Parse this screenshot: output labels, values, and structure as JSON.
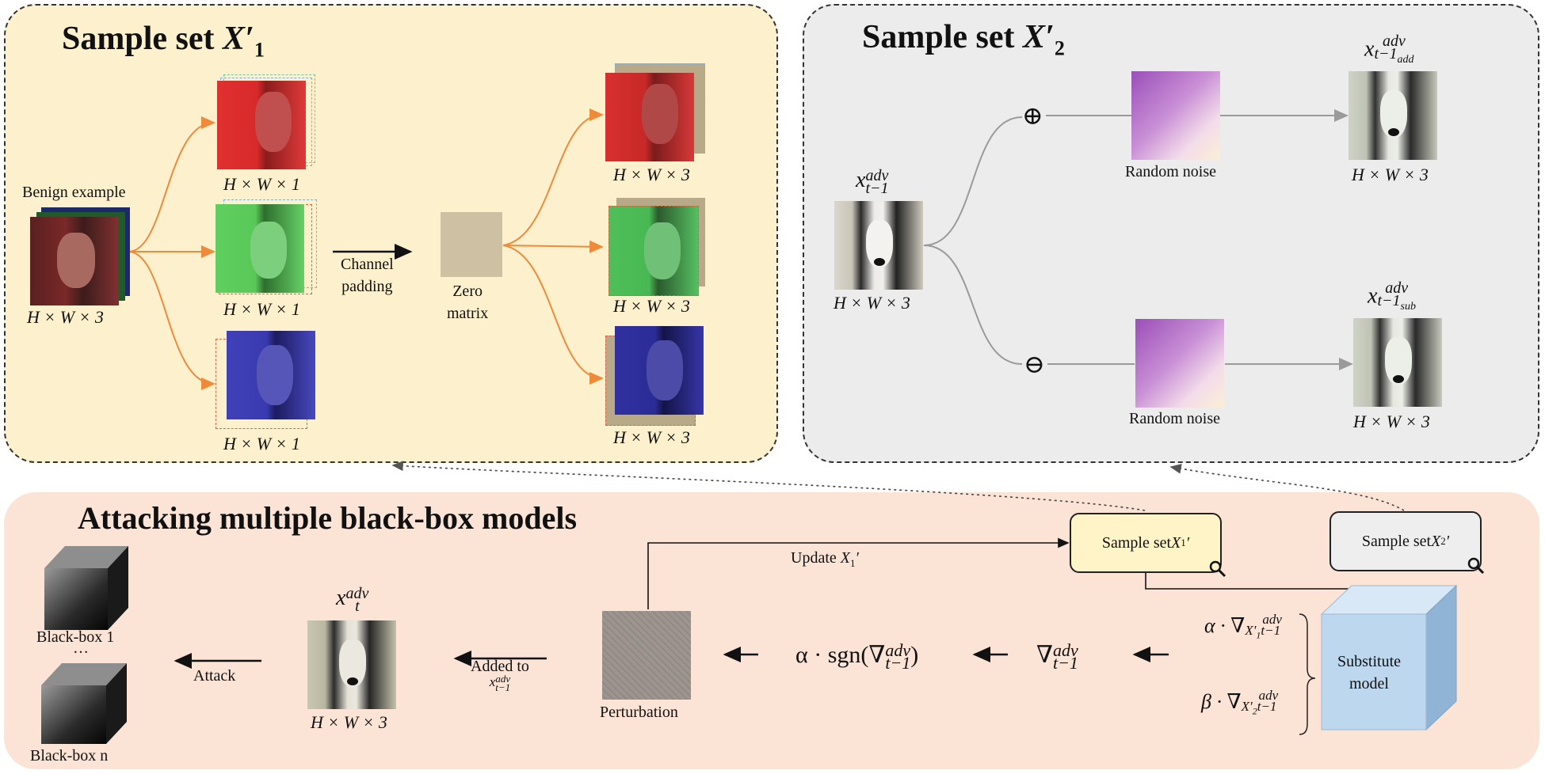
{
  "panels": {
    "set1": {
      "title": "Sample set ",
      "symbol": "X",
      "prime": "′",
      "subscript": "1"
    },
    "set2": {
      "title": "Sample set ",
      "symbol": "X",
      "prime": "′",
      "subscript": "2"
    },
    "attack": {
      "title": "Attacking multiple black-box models"
    }
  },
  "set1": {
    "benign_label": "Benign example",
    "dims_3": "H × W × 3",
    "dims_1": "H × W × 1",
    "padding_label_1": "Channel",
    "padding_label_2": "padding",
    "zero_label_1": "Zero",
    "zero_label_2": "matrix"
  },
  "set2": {
    "x_prev_main": "x",
    "x_prev_sup": "adv",
    "x_prev_sub": "t−1",
    "dims_3": "H × W × 3",
    "add_symbol": "⊕",
    "sub_symbol": "⊖",
    "noise_label": "Random noise",
    "x_add_sub": "t−1",
    "x_add_subsub": "add",
    "x_sub_subsub": "sub"
  },
  "attack": {
    "blackbox_1": "Black-box 1",
    "ellipsis": "…",
    "blackbox_n": "Black-box n",
    "attack_label": "Attack",
    "xt_main": "x",
    "xt_sup": "adv",
    "xt_sub": "t",
    "dims_3": "H × W × 3",
    "added_to": "Added to",
    "added_x": "x",
    "added_sup": "adv",
    "added_sub": "t−1",
    "perturbation_label": "Perturbation",
    "sgn_expr_pre": "α · sgn(∇",
    "sgn_expr_post": ")",
    "grad_nabla": "∇",
    "update_label": "Update ",
    "callout1_label": "Sample set ",
    "callout2_label": "Sample set ",
    "alpha_term": "α · ∇",
    "beta_term": "β · ∇",
    "substitute_1": "Substitute",
    "substitute_2": "model"
  },
  "colors": {
    "set1_bg": "#fdf0cd",
    "set2_bg": "#ececec",
    "attack_bg": "#fbe3d6",
    "orange_arrow": "#ee8a3a",
    "grey_arrow": "#9a9a9a",
    "zero_matrix": "#cdc0a3",
    "callout1_bg": "#fff3c8",
    "callout2_bg": "#eeeeee",
    "cube_front": "#bcd7ee",
    "cube_side": "#8fb4d6",
    "cube_top": "#d8e8f6"
  }
}
